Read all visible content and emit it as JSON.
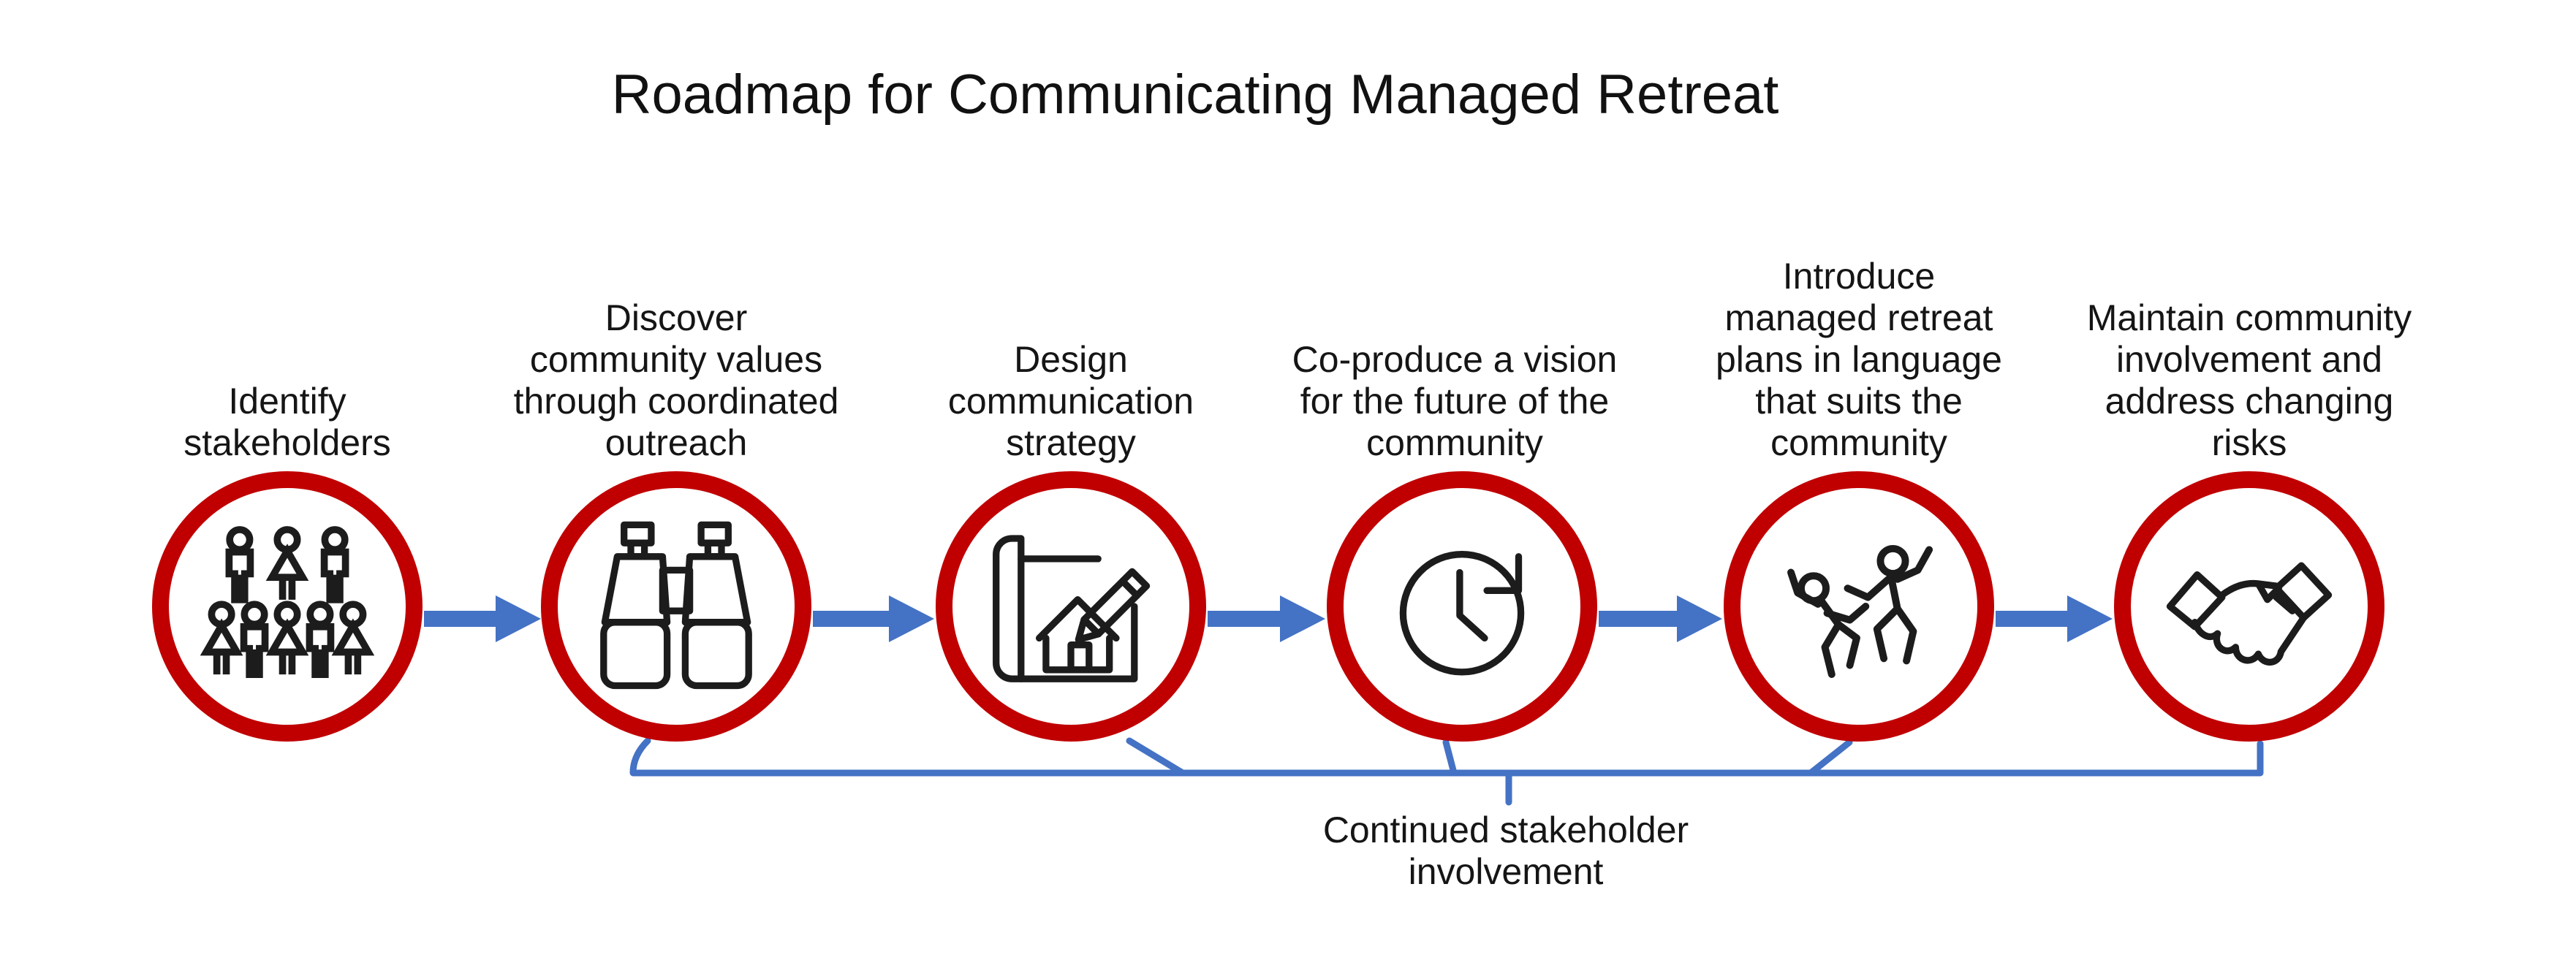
{
  "title": "Roadmap for Communicating Managed Retreat",
  "steps": [
    {
      "label": "Identify\nstakeholders",
      "icon": "people-group-icon"
    },
    {
      "label": "Discover\ncommunity values\nthrough coordinated\noutreach",
      "icon": "binoculars-icon"
    },
    {
      "label": "Design\ncommunication\nstrategy",
      "icon": "blueprint-house-pencil-icon"
    },
    {
      "label": "Co-produce a vision\nfor the future of the\ncommunity",
      "icon": "clock-history-icon"
    },
    {
      "label": "Introduce\nmanaged retreat\nplans in language\nthat suits the\ncommunity",
      "icon": "dancing-people-icon"
    },
    {
      "label": "Maintain community\ninvolvement and\naddress changing\nrisks",
      "icon": "handshake-icon"
    }
  ],
  "bottom_label": "Continued stakeholder\ninvolvement",
  "colors": {
    "circle_red": "#C00000",
    "arrow_blue": "#4472C4",
    "icon_black": "#1C1C1C"
  }
}
